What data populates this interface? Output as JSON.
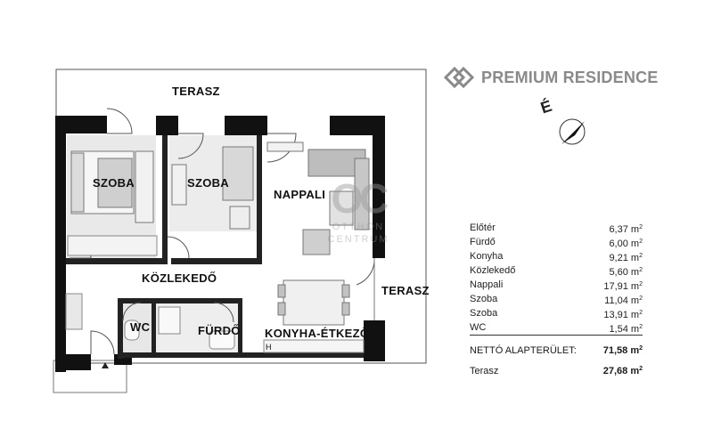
{
  "brand": {
    "name": "PREMIUM RESIDENCE",
    "accent": "#8a8a8a"
  },
  "compass": {
    "letter": "É"
  },
  "rooms": {
    "terasz_top": "TERASZ",
    "szoba_left": "SZOBA",
    "szoba_mid": "SZOBA",
    "nappali": "NAPPALI",
    "kozlekedo": "KÖZLEKEDŐ",
    "terasz_right": "TERASZ",
    "wc": "WC",
    "furdo": "FÜRDŐ",
    "konyha": "KONYHA-ÉTKEZŐ",
    "kitchen_mark": "H"
  },
  "watermark": {
    "mark": "OC",
    "line1": "OTTHON",
    "line2": "CENTRUM"
  },
  "unit": "m",
  "unit_sup": "2",
  "areas": [
    {
      "name": "Előtér",
      "value": "6,37"
    },
    {
      "name": "Fürdő",
      "value": "6,00"
    },
    {
      "name": "Konyha",
      "value": "9,21"
    },
    {
      "name": "Közlekedő",
      "value": "5,60"
    },
    {
      "name": "Nappali",
      "value": "17,91"
    },
    {
      "name": "Szoba",
      "value": "11,04"
    },
    {
      "name": "Szoba",
      "value": "13,91"
    },
    {
      "name": "WC",
      "value": "1,54"
    }
  ],
  "total": {
    "label": "NETTÓ ALAPTERÜLET:",
    "value": "71,58"
  },
  "terrace": {
    "label": "Terasz",
    "value": "27,68"
  }
}
